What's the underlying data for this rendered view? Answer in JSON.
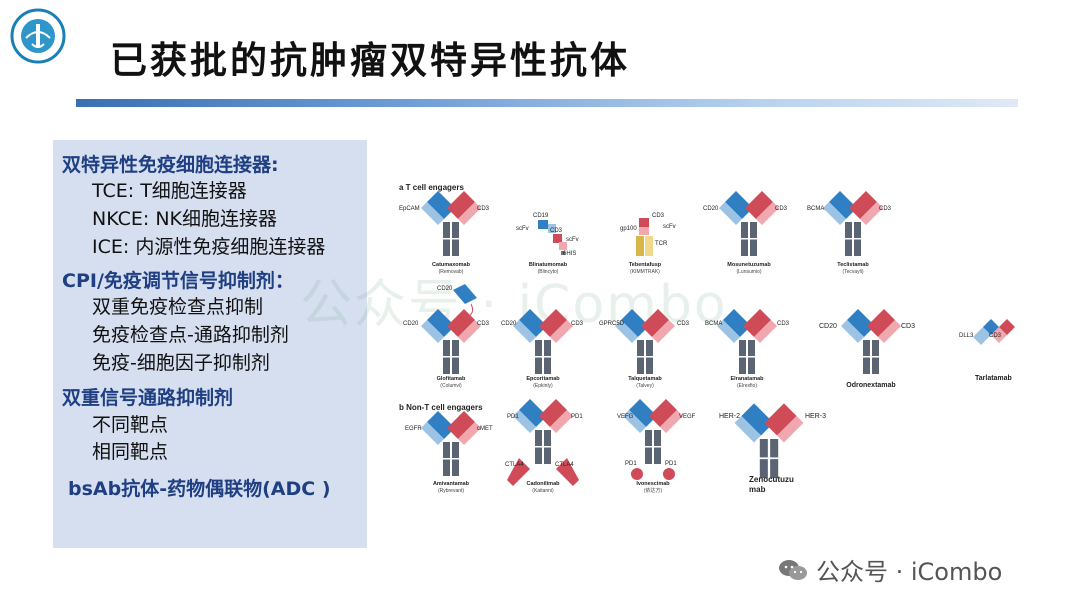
{
  "slide": {
    "title": "已获批的抗肿瘤双特异性抗体"
  },
  "left_panel": {
    "sections": [
      {
        "heading": "双特异性免疫细胞连接器:",
        "items": [
          "TCE: T细胞连接器",
          "NKCE: NK细胞连接器",
          "ICE: 内源性免疫细胞连接器"
        ]
      },
      {
        "heading": "CPI/免疫调节信号抑制剂：",
        "items": [
          "双重免疫检查点抑制",
          "免疫检查点-通路抑制剂",
          "免疫-细胞因子抑制剂"
        ]
      },
      {
        "heading": "双重信号通路抑制剂",
        "items": [
          "不同靶点",
          "相同靶点"
        ]
      },
      {
        "heading": "bsAb抗体-药物偶联物(ADC )",
        "items": []
      }
    ]
  },
  "figure": {
    "section_a": "a  T cell engagers",
    "section_b": "b  Non-T cell engagers",
    "antibodies": [
      {
        "name": "Catumaxomab",
        "brand": "(Removab)",
        "left": "EpCAM",
        "right": "CD3"
      },
      {
        "name": "Blinatumomab",
        "brand": "(Blincyto)",
        "left": "CD19",
        "right": "CD3",
        "extra1": "scFv",
        "extra2": "scFv",
        "extra3": "6HIS"
      },
      {
        "name": "Tebentafusp",
        "brand": "(KIMMTRAK)",
        "left": "gp100",
        "right": "CD3",
        "extra1": "scFv",
        "extra2": "TCR"
      },
      {
        "name": "Mosunetuzumab",
        "brand": "(Lunsumio)",
        "left": "CD20",
        "right": "CD3"
      },
      {
        "name": "Teclistamab",
        "brand": "(Tecvayli)",
        "left": "BCMA",
        "right": "CD3"
      },
      {
        "name": "Glofitamab",
        "brand": "(Columvi)",
        "left": "CD20",
        "right": "CD3",
        "extra1": "CD20"
      },
      {
        "name": "Epcoritamab",
        "brand": "(Epkinly)",
        "left": "CD20",
        "right": "CD3"
      },
      {
        "name": "Talquetamab",
        "brand": "(Talvey)",
        "left": "GPRC5D",
        "right": "CD3"
      },
      {
        "name": "Elranatamab",
        "brand": "(Elrexfio)",
        "left": "BCMA",
        "right": "CD3"
      },
      {
        "name": "Odronextamab",
        "brand": "",
        "left": "CD20",
        "right": "CD3"
      },
      {
        "name": "Tarlatamab",
        "brand": "",
        "left": "DLL3",
        "right": "CD3"
      },
      {
        "name": "Amivantamab",
        "brand": "(Rybrevant)",
        "left": "EGFR",
        "right": "cMET"
      },
      {
        "name": "Cadonilimab",
        "brand": "(Kaitanni)",
        "left": "PD1",
        "right": "PD1",
        "extra1": "CTLA4",
        "extra2": "CTLA4"
      },
      {
        "name": "Ivonescimab",
        "brand": "(依达方)",
        "left": "VEFG",
        "right": "VEGF",
        "extra1": "PD1",
        "extra2": "PD1"
      },
      {
        "name": "Zenocutuzu",
        "brand": "mab",
        "left": "HER-2",
        "right": "HER-3"
      }
    ]
  },
  "watermarks": {
    "center": "公众号 · iCombo",
    "bottom_right": "公众号 · iCombo"
  },
  "colors": {
    "accent": "#1f3f82",
    "blue_arm": "#2f7fc2",
    "red_arm": "#d04b58",
    "grey_fc": "#5b6472",
    "panel": "#d6dff0"
  }
}
